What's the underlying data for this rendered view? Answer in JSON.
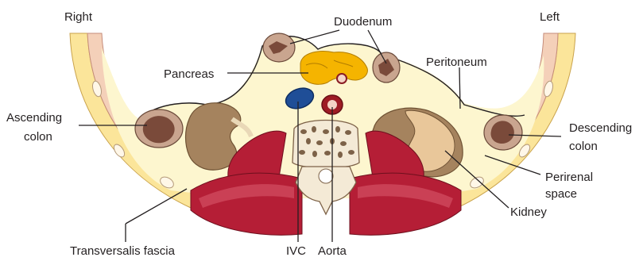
{
  "labels": {
    "right": "Right",
    "left": "Left",
    "duodenum": "Duodenum",
    "pancreas": "Pancreas",
    "peritoneum": "Peritoneum",
    "ascending_colon_1": "Ascending",
    "ascending_colon_2": "colon",
    "descending_colon_1": "Descending",
    "descending_colon_2": "colon",
    "perirenal_space_1": "Perirenal",
    "perirenal_space_2": "space",
    "kidney": "Kidney",
    "transversalis_fascia": "Transversalis fascia",
    "ivc": "IVC",
    "aorta": "Aorta"
  },
  "colors": {
    "fat": "#fdf6cf",
    "abdominal_wall": "#f3ce9b",
    "peritoneum_line": "#231f20",
    "colon": "#7a4a3a",
    "colon_wall": "#c9a58f",
    "pancreas": "#f5b400",
    "kidney": "#a5835e",
    "kidney_hilum": "#e9d8b7",
    "muscle": "#b51e36",
    "muscle_highlight": "#f3c9ce",
    "ivc": "#1f4e97",
    "aorta": "#9e1c24",
    "bone": "#f4ead6",
    "bone_dots": "#7d6248"
  }
}
